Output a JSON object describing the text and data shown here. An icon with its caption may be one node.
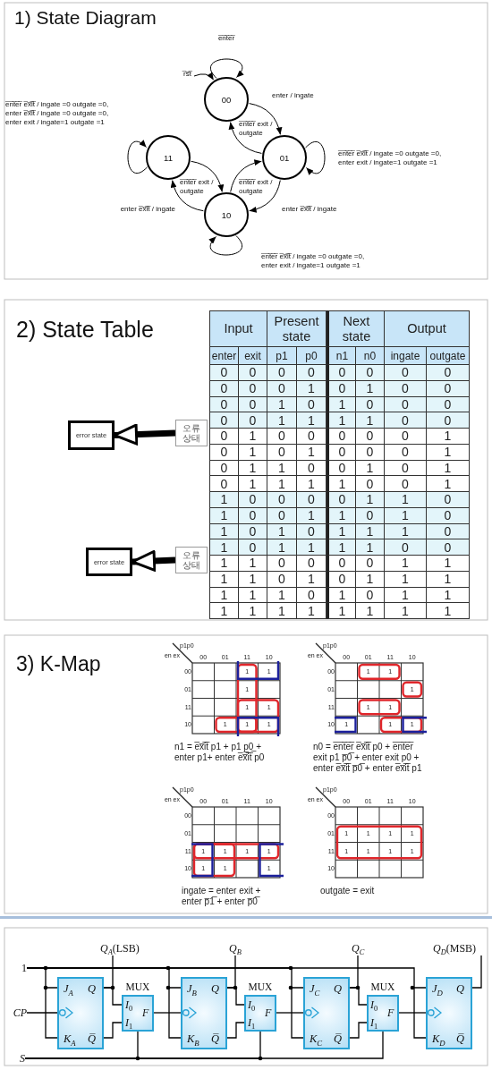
{
  "diagram": {
    "nodes": [
      {
        "text": [
          "00"
        ]
      },
      {
        "text": [
          "11"
        ]
      },
      {
        "text": [
          "01"
        ]
      },
      {
        "text": [
          "10"
        ]
      },
      {
        "text": [
          "error state"
        ]
      },
      {
        "text": [
          "오류 상태"
        ]
      },
      {
        "text": [
          "오류 상태"
        ]
      },
      {
        "text": [
          "error state"
        ]
      },
      {
        "text": [
          "1"
        ]
      },
      {
        "text": [
          "CP"
        ]
      },
      {
        "text": [
          "S"
        ]
      },
      {
        "text": [
          "*Q*$_{A}$(LSB)"
        ]
      },
      {
        "text": [
          "Q$_{B}$"
        ]
      },
      {
        "text": [
          "Q$_{C}$"
        ]
      },
      {
        "text": [
          "*Q*$_{D}$(MSB)"
        ]
      },
      {
        "text": [
          "J$_{A}$",
          "Q",
          "K$_{A}$",
          "Q̅"
        ]
      },
      {
        "text": [
          "MUX",
          "*I*$_{0}$",
          "*I*$_{1}$",
          "F"
        ]
      },
      {
        "text": [
          "J$_{B}$",
          "Q",
          "K$_{B}$",
          "Q̅"
        ]
      },
      {
        "text": [
          "MUX",
          "*I*$_{0}$",
          "*I*$_{1}$",
          "F"
        ]
      },
      {
        "text": [
          "J$_{C}$",
          "Q",
          "K$_{C}$",
          "Q̅"
        ]
      },
      {
        "text": [
          "MUX",
          "*I*$_{0}$",
          "*I*$_{1}$",
          "F"
        ]
      },
      {
        "text": [
          "J$_{D}$",
          "Q",
          "K$_{D}$",
          "Q̅"
        ]
      }
    ],
    "edges": [
      {
        "from": null,
        "to": 0,
        "arrow": "to",
        "label": "r̅s̅t̅"
      },
      {
        "from": 0,
        "to": 0,
        "arrow": "to",
        "label": "e̅n̅t̅e̅r̅"
      },
      {
        "from": 0,
        "to": 2,
        "arrow": "to",
        "label": "enter / ingate"
      },
      {
        "from": 2,
        "to": 0,
        "arrow": "to",
        "label": "e̅n̅t̅e̅r̅ exit / outgate"
      },
      {
        "from": 2,
        "to": 2,
        "arrow": "to",
        "label": "e̅n̅t̅e̅r̅ e̅x̅i̅t̅ / ingate =0 outgate =0, enter exit / ingate=1 outgate =1"
      },
      {
        "from": 1,
        "to": 1,
        "arrow": "to",
        "label": "e̅n̅t̅e̅r̅ e̅x̅i̅t̅ / ingate =0 outgate =0, enter e̅x̅i̅t̅ / ingate =0 outgate =0, enter exit / ingate=1 outgate =1"
      },
      {
        "from": 1,
        "to": 3,
        "arrow": "to",
        "label": "e̅n̅t̅e̅r̅ exit / outgate"
      },
      {
        "from": 3,
        "to": 1,
        "arrow": "to",
        "label": "enter e̅x̅i̅t̅ / ingate"
      },
      {
        "from": 3,
        "to": 2,
        "arrow": "to",
        "label": "e̅n̅t̅e̅r̅ exit / outgate"
      },
      {
        "from": 2,
        "to": 3,
        "arrow": "to",
        "label": "enter e̅x̅i̅t̅ / ingate"
      },
      {
        "from": 3,
        "to": 3,
        "arrow": "to",
        "label": "e̅n̅t̅e̅r̅ e̅x̅i̅t̅ / ingate =0 outgate =0, enter exit / ingate=1 outgate =1"
      },
      {
        "from": 5,
        "to": 4,
        "arrow": "to",
        "style": "thick"
      },
      {
        "from": 6,
        "to": 7,
        "arrow": "to",
        "style": "thick"
      },
      {
        "from": 8,
        "to": 15,
        "arrow": "none"
      },
      {
        "from": 8,
        "to": 17,
        "arrow": "none"
      },
      {
        "from": 8,
        "to": 19,
        "arrow": "none"
      },
      {
        "from": 8,
        "to": 21,
        "arrow": "none"
      },
      {
        "from": 9,
        "to": 15,
        "arrow": "none"
      },
      {
        "from": 15,
        "to": 16,
        "arrow": "none"
      },
      {
        "from": 15,
        "to": 16,
        "arrow": "none"
      },
      {
        "from": 16,
        "to": 17,
        "arrow": "none"
      },
      {
        "from": 17,
        "to": 18,
        "arrow": "none"
      },
      {
        "from": 17,
        "to": 18,
        "arrow": "none"
      },
      {
        "from": 18,
        "to": 19,
        "arrow": "none"
      },
      {
        "from": 19,
        "to": 20,
        "arrow": "none"
      },
      {
        "from": 19,
        "to": 20,
        "arrow": "none"
      },
      {
        "from": 20,
        "to": 21,
        "arrow": "none"
      },
      {
        "from": 10,
        "to": 16,
        "arrow": "none"
      },
      {
        "from": 10,
        "to": 18,
        "arrow": "none"
      },
      {
        "from": 10,
        "to": 20,
        "arrow": "none"
      },
      {
        "from": 15,
        "to": 11,
        "arrow": "none"
      },
      {
        "from": 17,
        "to": 12,
        "arrow": "none"
      },
      {
        "from": 19,
        "to": 13,
        "arrow": "none"
      },
      {
        "from": 21,
        "to": 14,
        "arrow": "none"
      }
    ],
    "labels": [
      "1) State Diagram",
      "2) State Table",
      "Input",
      "Present state",
      "Next state",
      "Output",
      "enter",
      "exit",
      "p1",
      "p0",
      "n1",
      "n0",
      "ingate",
      "outgate",
      "0",
      "0",
      "0",
      "0",
      "0",
      "0",
      "0",
      "0",
      "0",
      "0",
      "0",
      "1",
      "0",
      "1",
      "0",
      "0",
      "0",
      "0",
      "1",
      "0",
      "1",
      "0",
      "0",
      "0",
      "0",
      "0",
      "1",
      "1",
      "1",
      "1",
      "0",
      "0",
      "0",
      "1",
      "0",
      "0",
      "0",
      "0",
      "0",
      "1",
      "0",
      "1",
      "0",
      "1",
      "0",
      "0",
      "0",
      "1",
      "0",
      "1",
      "1",
      "0",
      "0",
      "1",
      "0",
      "1",
      "0",
      "1",
      "1",
      "1",
      "1",
      "0",
      "0",
      "1",
      "1",
      "0",
      "0",
      "0",
      "0",
      "1",
      "1",
      "0",
      "1",
      "0",
      "0",
      "1",
      "1",
      "0",
      "1",
      "0",
      "1",
      "0",
      "1",
      "0",
      "1",
      "1",
      "1",
      "0",
      "1",
      "0",
      "1",
      "1",
      "1",
      "1",
      "0",
      "0",
      "1",
      "1",
      "0",
      "0",
      "0",
      "0",
      "1",
      "1",
      "1",
      "1",
      "0",
      "1",
      "0",
      "1",
      "1",
      "1",
      "1",
      "1",
      "1",
      "0",
      "1",
      "0",
      "1",
      "1",
      "1",
      "1",
      "1",
      "1",
      "1",
      "1",
      "1",
      "1",
      "3) K-Map",
      "p1p0",
      "en ex",
      "00",
      "01",
      "11",
      "10",
      "00",
      "1",
      "1",
      "01",
      "1",
      "11",
      "1",
      "1",
      "10",
      "1",
      "1",
      "1",
      "n1 = e̅x̅i̅t̅ p1 + p1 p̲0̲ + enter p1+ enter e̅x̅i̅t̅ p0",
      "p1p0",
      "en ex",
      "00",
      "01",
      "11",
      "10",
      "00",
      "1",
      "1",
      "01",
      "1",
      "11",
      "1",
      "1",
      "10",
      "1",
      "1",
      "1",
      "n0 = e̅n̅t̅e̅r̅ e̅x̅i̅t̅ p0 + e̅n̅t̅e̅r̅ exit p1 p̅0̅ + enter exit p0 + enter e̅x̅i̅t̅ p̅0̅ + enter e̅x̅i̅t̅ p1",
      "p1p0",
      "en ex",
      "00",
      "01",
      "11",
      "10",
      "00",
      "01",
      "11",
      "1",
      "1",
      "1",
      "1",
      "10",
      "1",
      "1",
      "1",
      "ingate = enter exit + enter p̅1̅ + enter p̅0̅",
      "p1p0",
      "en ex",
      "00",
      "01",
      "11",
      "10",
      "00",
      "01",
      "1",
      "1",
      "1",
      "1",
      "11",
      "1",
      "1",
      "1",
      "1",
      "10",
      "outgate = exit"
    ]
  }
}
